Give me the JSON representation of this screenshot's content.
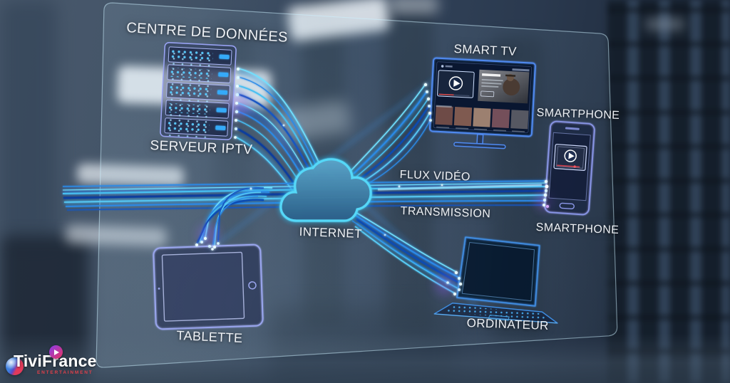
{
  "labels": {
    "data_center": "CENTRE DE DONNÉES",
    "iptv_server": "SERVEUR IPTV",
    "smart_tv": "SMART TV",
    "smartphone_top": "SMARTPHONE",
    "smartphone_bottom": "SMARTPHONE",
    "flux_video": "FLUX VIDÉO",
    "transmission": "TRANSMISSION",
    "internet": "INTERNET",
    "tablet": "TABLETTE",
    "computer": "ORDINATEUR"
  },
  "logo": {
    "brand": "TiviFrance",
    "tagline": "ENTERTAINMENT"
  },
  "diagram": {
    "type": "iptv-network-architecture",
    "nodes": [
      {
        "id": "datacenter",
        "label": "CENTRE DE DONNÉES",
        "sublabel": "SERVEUR IPTV",
        "icon": "server-rack-icon"
      },
      {
        "id": "internet",
        "label": "INTERNET",
        "icon": "cloud-icon"
      },
      {
        "id": "smart_tv",
        "label": "SMART TV",
        "icon": "tv-icon"
      },
      {
        "id": "smartphone",
        "label": "SMARTPHONE",
        "icon": "smartphone-icon"
      },
      {
        "id": "tablet",
        "label": "TABLETTE",
        "icon": "tablet-icon"
      },
      {
        "id": "computer",
        "label": "ORDINATEUR",
        "icon": "laptop-icon"
      }
    ],
    "edges": [
      {
        "from": "datacenter",
        "to": "internet",
        "style": "fiber-optic-bundle"
      },
      {
        "from": "internet",
        "to": "smart_tv",
        "style": "fiber-optic-bundle"
      },
      {
        "from": "internet",
        "to": "smartphone",
        "style": "fiber-optic-beam",
        "labels": [
          "FLUX VIDÉO",
          "TRANSMISSION"
        ]
      },
      {
        "from": "internet",
        "to": "tablet",
        "style": "fiber-optic-bundle"
      },
      {
        "from": "internet",
        "to": "computer",
        "style": "fiber-optic-bundle"
      }
    ]
  },
  "colors": {
    "fiber_cyan": "#49c8f5",
    "fiber_blue": "#1b62d6",
    "glow_white": "#e8fbff",
    "cloud_stroke": "#55d8f8",
    "cloud_fill": "#3a6f95",
    "server_outline": "#98a2f2",
    "device_outline": "#8c98ea",
    "tv_outline": "#4f8af0",
    "laptop_outline": "#3f8ce0",
    "label_text": "#eef1f5",
    "logo_red": "#e23a5a",
    "logo_blue": "#3d7fe0",
    "tagline_red": "#e0404a"
  }
}
